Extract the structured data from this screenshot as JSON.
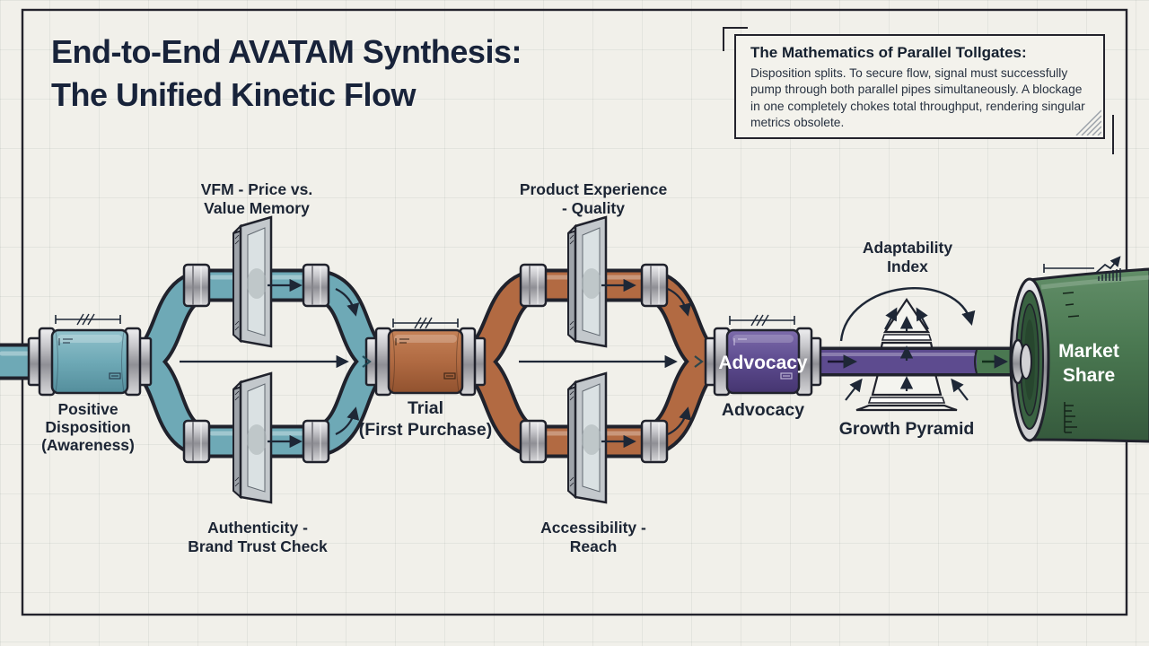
{
  "title": {
    "line1": "End-to-End AVATAM Synthesis:",
    "line2": "The Unified Kinetic Flow"
  },
  "callout": {
    "heading": "The Mathematics of Parallel Tollgates:",
    "body": "Disposition splits. To secure flow, signal must successfully pump through both parallel pipes simultaneously. A blockage in one completely chokes total throughput, rendering singular metrics obsolete."
  },
  "stages": {
    "positive_disposition": {
      "line1": "Positive",
      "line2": "Disposition",
      "line3": "(Awareness)"
    },
    "trial": {
      "line1": "Trial",
      "line2": "(First Purchase)"
    },
    "advocacy": {
      "pipe_label": "Advocacy",
      "caption": "Advocacy"
    },
    "market_share": {
      "line1": "Market",
      "line2": "Share"
    }
  },
  "tollgates": {
    "vfm": {
      "line1": "VFM - Price vs.",
      "line2": "Value Memory"
    },
    "authenticity": {
      "line1": "Authenticity -",
      "line2": "Brand Trust Check"
    },
    "product_experience": {
      "line1": "Product Experience",
      "line2": "- Quality"
    },
    "accessibility": {
      "line1": "Accessibility -",
      "line2": "Reach"
    }
  },
  "pyramid": {
    "index_line1": "Adaptability",
    "index_line2": "Index",
    "caption": "Growth Pyramid"
  },
  "colors": {
    "paper": "#f1f0ea",
    "ink": "#1e2736",
    "teal_pipe": "#6ea9b6",
    "copper_pipe": "#b26a42",
    "purple_pipe": "#5d4b8f",
    "green_pipe": "#4a7851",
    "metal": "#c6c6ca"
  }
}
